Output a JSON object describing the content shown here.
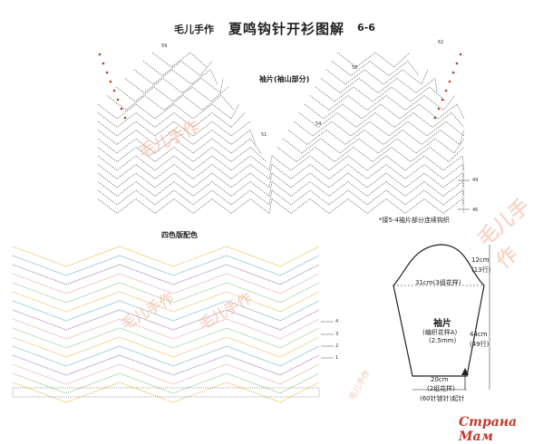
{
  "header": {
    "brand": "毛儿手作",
    "title": "夏鸣钩针开衫图解",
    "page_number": "6-6"
  },
  "top_chart": {
    "subtitle": "袖片(袖山部分)",
    "row_numbers": [
      "59",
      "62",
      "58",
      "54",
      "51",
      "49",
      "46"
    ],
    "note": "*接5-4袖片部分连续钩织"
  },
  "bottom_chart": {
    "subtitle": "四色版配色",
    "row_numbers": [
      "4",
      "3",
      "2",
      "1"
    ],
    "colors": [
      "#e8b84a",
      "#6aa6c8",
      "#9a7ab8",
      "#e8a0a0",
      "#8fbf8a"
    ]
  },
  "schematic": {
    "cap_height": "12cm",
    "cap_rows": "(13行)",
    "top_width": "31cm(3组花样)",
    "name": "袖片",
    "pattern": "(编织花样A)",
    "hook": "(2.5mm)",
    "length": "44cm",
    "length_rows": "(49行)",
    "bottom_width": "20cm",
    "bottom_repeats": "(2组花样)",
    "foundation": "(60针锁针)起针"
  },
  "watermarks": [
    "毛儿手作",
    "毛儿手作",
    "毛儿手作",
    "毛儿手作",
    "毛儿手作"
  ],
  "site_logo": "Страна Мам",
  "stitch_color": "#555555",
  "accent_color": "#c0392b"
}
